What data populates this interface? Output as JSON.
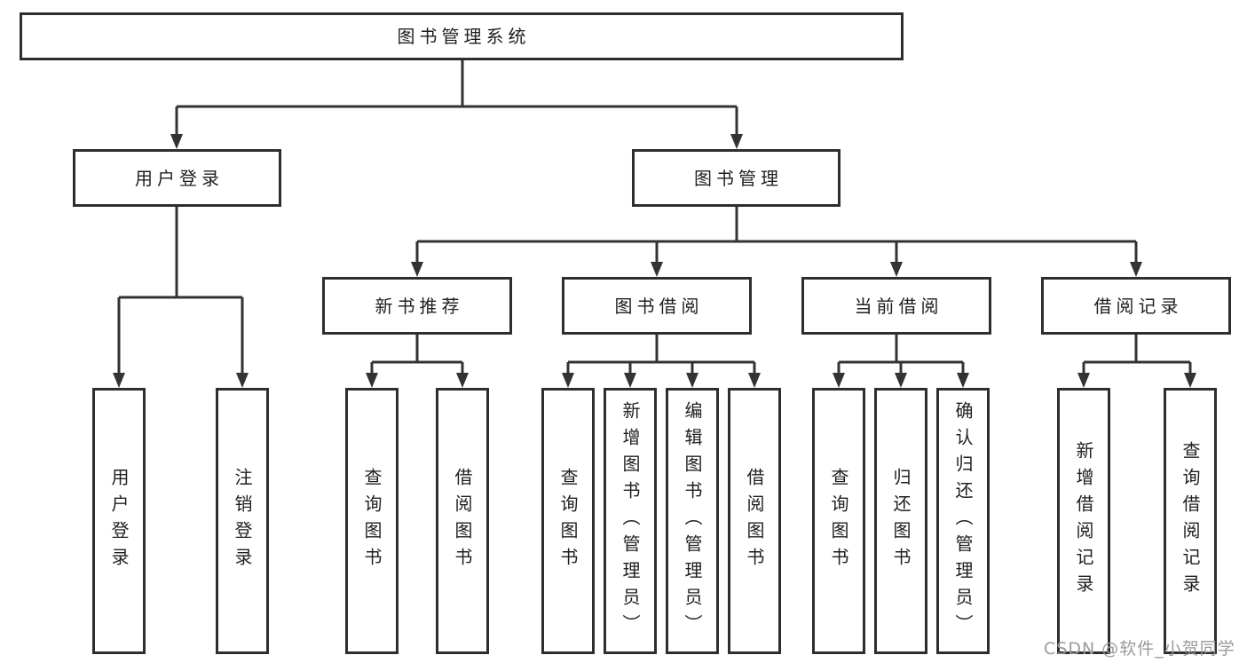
{
  "tree": {
    "root": "图书管理系统",
    "user_login": {
      "label": "用户登录",
      "children": [
        "用户登录",
        "注销登录"
      ]
    },
    "book_mgmt": {
      "label": "图书管理",
      "groups": [
        {
          "label": "新书推荐",
          "children": [
            "查询图书",
            "借阅图书"
          ]
        },
        {
          "label": "图书借阅",
          "children": [
            "查询图书",
            "新增图书（管理员）",
            "编辑图书（管理员）",
            "借阅图书"
          ]
        },
        {
          "label": "当前借阅",
          "children": [
            "查询图书",
            "归还图书",
            "确认归还（管理员）"
          ]
        },
        {
          "label": "借阅记录",
          "children": [
            "新增借阅记录",
            "查询借阅记录"
          ]
        }
      ]
    }
  },
  "watermark": {
    "text": "CSDN @软件_小贺同学",
    "color": "#9b9b9b"
  },
  "colors": {
    "line": "#333333",
    "box_border": "#2e2e2e",
    "text": "#1f1f1f",
    "background": "#ffffff"
  }
}
